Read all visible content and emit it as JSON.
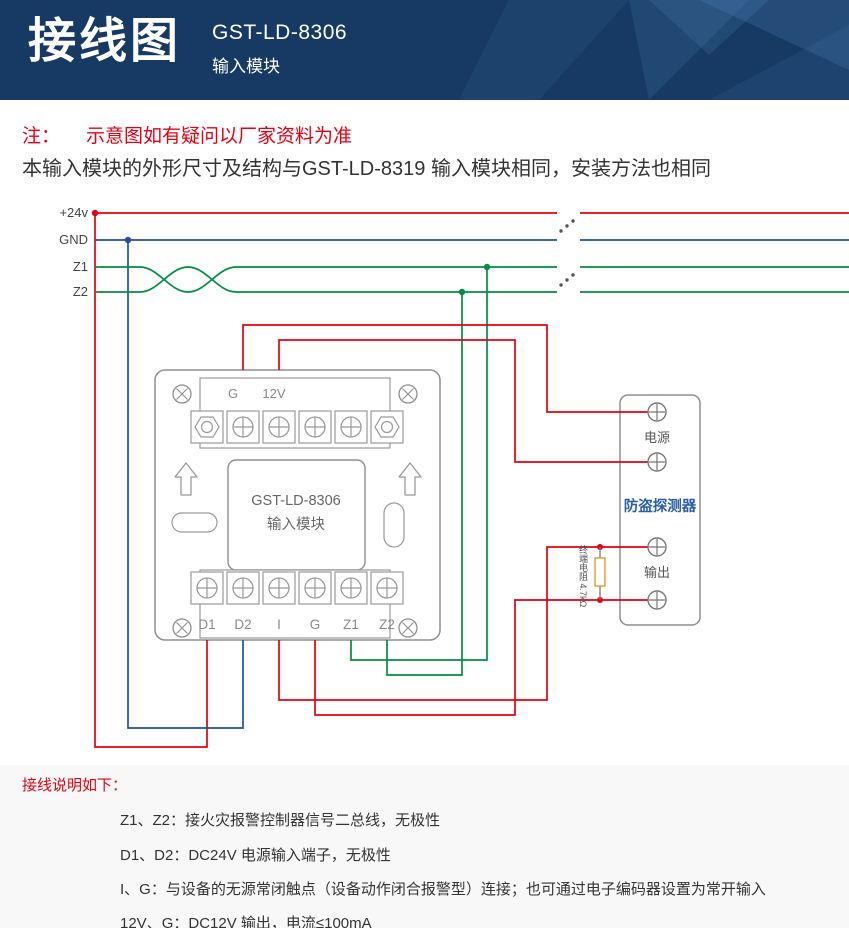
{
  "header": {
    "title": "接线图",
    "model": "GST-LD-8306",
    "subtitle": "输入模块"
  },
  "notes": {
    "prefix": "注：",
    "warning": "示意图如有疑问以厂家资料为准",
    "description": "本输入模块的外形尺寸及结构与GST-LD-8319 输入模块相同，安装方法也相同"
  },
  "diagram": {
    "bus": [
      "+24v",
      "GND",
      "Z1",
      "Z2"
    ],
    "module": {
      "top_labels": [
        "G",
        "12V"
      ],
      "name1": "GST-LD-8306",
      "name2": "输入模块",
      "bottom_labels": [
        "D1",
        "D2",
        "I",
        "G",
        "Z1",
        "Z2"
      ]
    },
    "detector": {
      "power": "电源",
      "name": "防盗探测器",
      "output": "输出"
    },
    "resistor": "终端电阻 4.7kΩ",
    "colors": {
      "red": "#e60012",
      "blue": "#1e53a4",
      "green": "#008e42",
      "accent_blue": "#2b5fa7"
    }
  },
  "instructions": {
    "heading": "接线说明如下：",
    "items": [
      "Z1、Z2：接火灾报警控制器信号二总线，无极性",
      "D1、D2：DC24V 电源输入端子，无极性",
      "I、G：与设备的无源常闭触点（设备动作闭合报警型）连接；也可通过电子编码器设置为常开输入",
      "12V、G：DC12V 输出，电流≤100mA"
    ]
  }
}
